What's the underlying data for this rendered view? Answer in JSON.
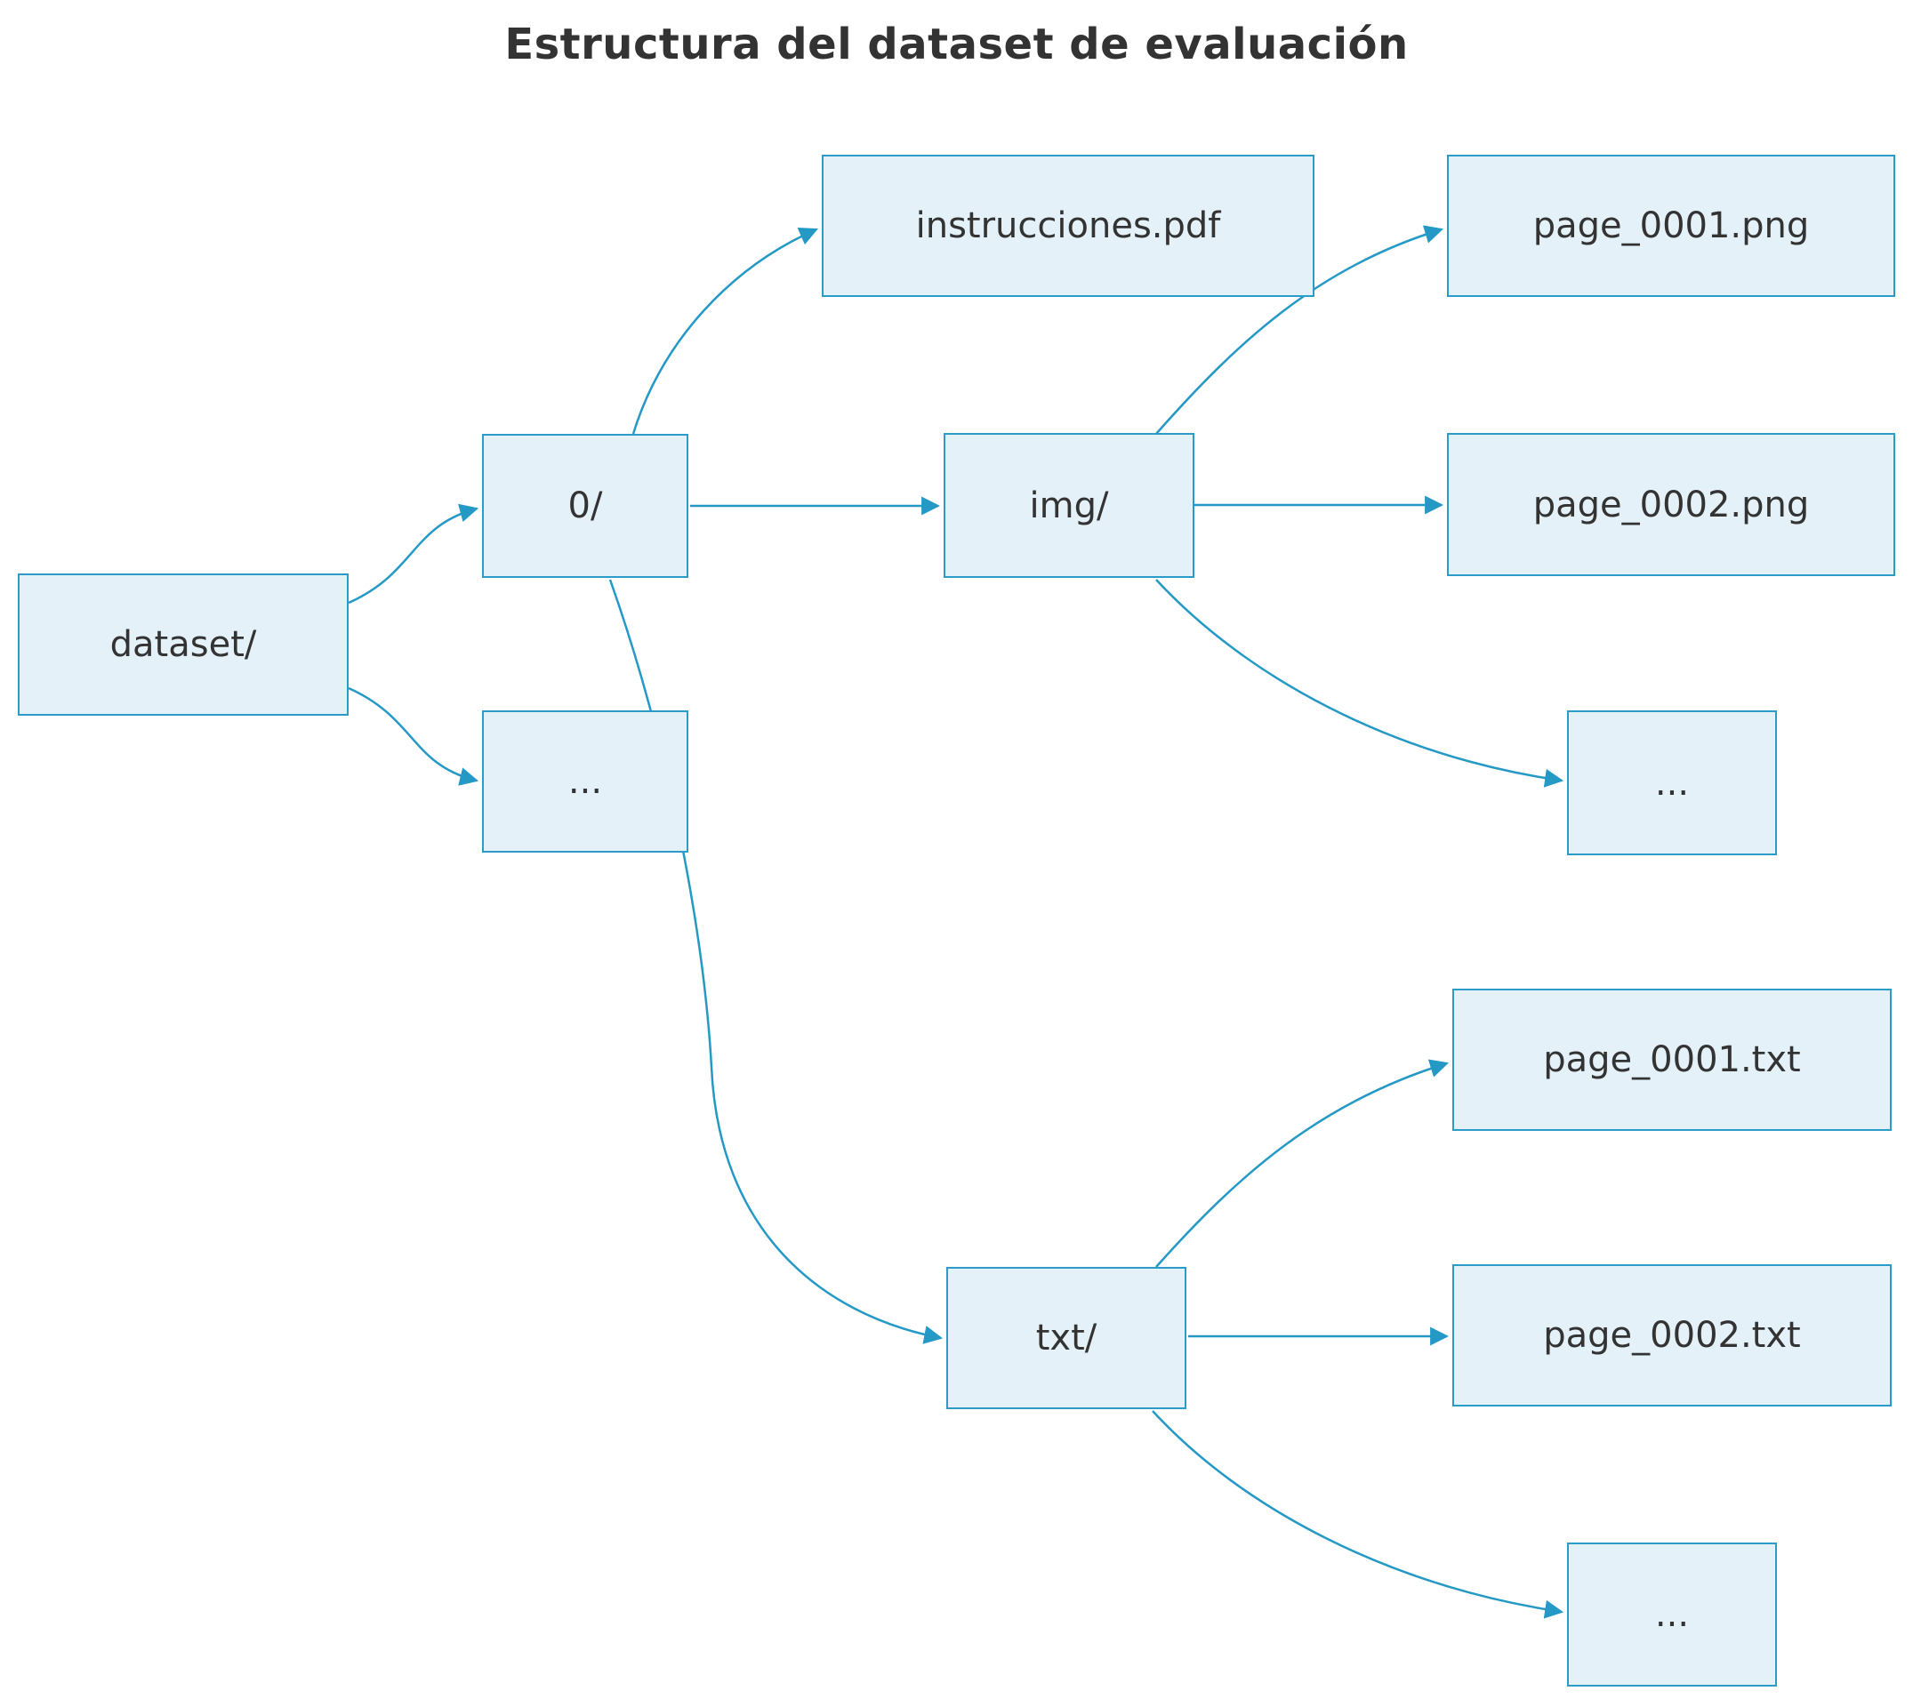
{
  "title": "Estructura del dataset de evaluación",
  "nodes": {
    "dataset": {
      "label": "dataset/"
    },
    "folder0": {
      "label": "0/"
    },
    "ellipsisFolders": {
      "label": "..."
    },
    "instrucciones": {
      "label": "instrucciones.pdf"
    },
    "img": {
      "label": "img/"
    },
    "txt": {
      "label": "txt/"
    },
    "png1": {
      "label": "page_0001.png"
    },
    "png2": {
      "label": "page_0002.png"
    },
    "ellipsisImg": {
      "label": "..."
    },
    "txtfile1": {
      "label": "page_0001.txt"
    },
    "txtfile2": {
      "label": "page_0002.txt"
    },
    "ellipsisTxt": {
      "label": "..."
    }
  },
  "edges": [
    {
      "from": "dataset/",
      "to": "0/"
    },
    {
      "from": "dataset/",
      "to": "..."
    },
    {
      "from": "0/",
      "to": "instrucciones.pdf"
    },
    {
      "from": "0/",
      "to": "img/"
    },
    {
      "from": "0/",
      "to": "txt/"
    },
    {
      "from": "img/",
      "to": "page_0001.png"
    },
    {
      "from": "img/",
      "to": "page_0002.png"
    },
    {
      "from": "img/",
      "to": "..."
    },
    {
      "from": "txt/",
      "to": "page_0001.txt"
    },
    {
      "from": "txt/",
      "to": "page_0002.txt"
    },
    {
      "from": "txt/",
      "to": "..."
    }
  ],
  "colors": {
    "node_fill": "#E4F1F8",
    "node_border": "#2B9BC8",
    "edge": "#2499C6",
    "text": "#333333"
  }
}
